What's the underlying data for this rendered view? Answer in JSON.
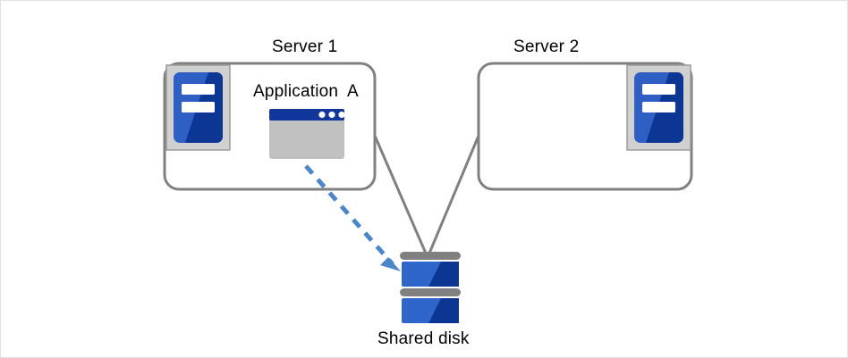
{
  "diagram": {
    "title_hidden": "",
    "colors": {
      "box_border": "#808080",
      "icon_frame": "#d0d0d0",
      "icon_blue_light": "#2f5fc4",
      "icon_blue_dark": "#0b3694",
      "window_titlebar": "#12379a",
      "window_body": "#c0c0c0",
      "window_dot": "#ffffff",
      "disk_band": "#808080",
      "disk_blue_light": "#2f66cc",
      "disk_blue_dark": "#0b3694",
      "connector_line": "#808080",
      "arrow_dashed": "#4a86c8",
      "canvas_border": "#e2e2e2",
      "text": "#000000"
    },
    "nodes": [
      {
        "id": "server-1",
        "label": "Server 1",
        "icon": "server-icon",
        "icon_position": "top-left",
        "contains": {
          "app_label": "Application A",
          "app_icon": "application-window-icon"
        }
      },
      {
        "id": "server-2",
        "label": "Server 2",
        "icon": "server-icon",
        "icon_position": "top-right",
        "contains": null
      },
      {
        "id": "shared-disk",
        "label": "Shared disk",
        "icon": "disk-stack-icon"
      }
    ],
    "connectors": [
      {
        "id": "server-1-to-disk",
        "from": "server-1",
        "to": "shared-disk",
        "style": "solid",
        "color": "#808080",
        "arrow": false
      },
      {
        "id": "server-2-to-disk",
        "from": "server-2",
        "to": "shared-disk",
        "style": "solid",
        "color": "#808080",
        "arrow": false
      },
      {
        "id": "application-a-to-disk",
        "from": "application-a",
        "to": "shared-disk",
        "style": "dashed",
        "color": "#4a86c8",
        "arrow": true
      }
    ],
    "labels": {
      "server_1": "Server 1",
      "server_2": "Server 2",
      "application_a": "Application  A",
      "shared_disk": "Shared disk"
    }
  }
}
